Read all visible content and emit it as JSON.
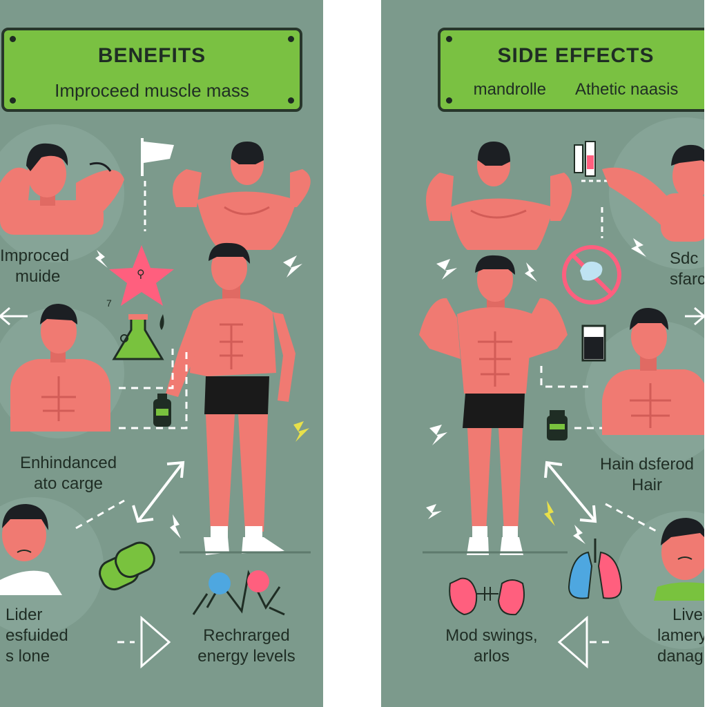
{
  "colors": {
    "panel_bg": "#7c9a8c",
    "banner_green": "#7ac142",
    "skin": "#f07a72",
    "skin_shade": "#d25c57",
    "hair": "#1c1f23",
    "shorts": "#1a1a1a",
    "accent_pink": "#ff5f7e",
    "accent_blue": "#4ea7e0",
    "pill_green": "#79c23e",
    "text_dark": "#1f2d24"
  },
  "benefits": {
    "banner_title": "BENEFITS",
    "banner_subtitle": "Improceed muscle mass",
    "label_improved": [
      "Improced",
      "muide"
    ],
    "label_enhanced": [
      "Enhindanced",
      "ato carge"
    ],
    "label_lider": [
      "Lider",
      "esfuided",
      "s lone"
    ],
    "label_energy": [
      "Rechrarged",
      "energy levels"
    ],
    "flask_number": "7"
  },
  "side_effects": {
    "banner_title": "SIDE EFFECTS",
    "banner_subtitle_left": "mandrolle",
    "banner_subtitle_right": "Athetic naasis",
    "label_sd": [
      "Sdc",
      "sfarc"
    ],
    "label_hair": [
      "Hain dsferod",
      "Hair"
    ],
    "label_mood": [
      "Mod swings,",
      "arlos"
    ],
    "label_liver": [
      "Liver",
      "lamery",
      "danag"
    ]
  },
  "icons": {
    "flag": "flag-icon",
    "star": "star-icon",
    "flask": "flask-icon",
    "bottle": "supplement-bottle-icon",
    "pills": "pill-icon",
    "molecule": "molecule-icon",
    "no_symbol": "prohibited-icon",
    "syringe": "syringe-icon",
    "glass": "glass-icon",
    "kidneys": "kidneys-icon",
    "lungs": "lungs-icon",
    "lightning": "lightning-icon"
  }
}
